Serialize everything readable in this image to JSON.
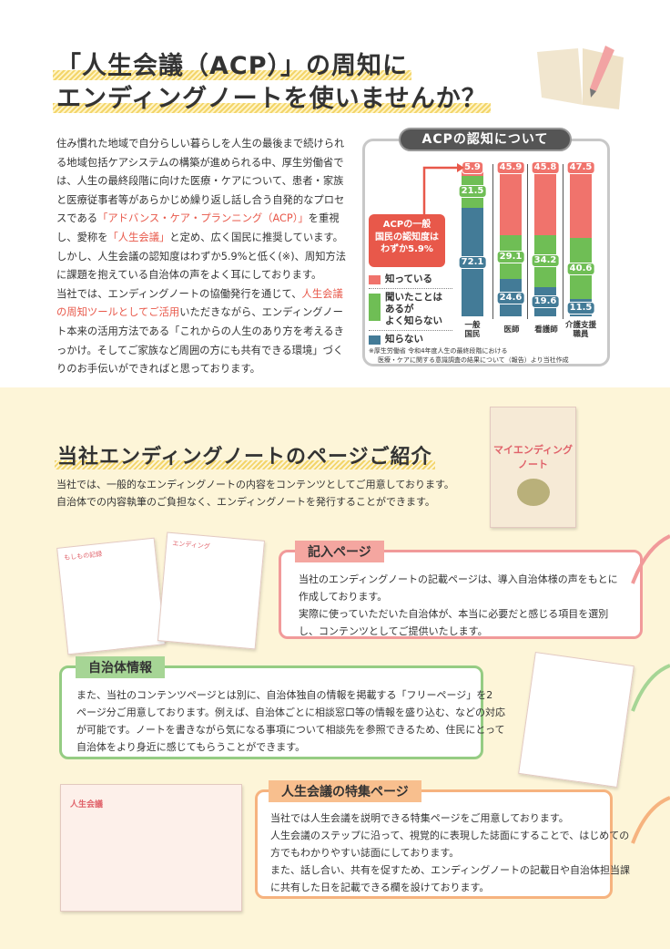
{
  "header": {
    "title_line1": "「人生会議（ACP）」の周知に",
    "title_line2": "エンディングノートを使いませんか？"
  },
  "intro": {
    "p1_a": "住み慣れた地域で自分らしい暮らしを人生の最後まで続けられる地域包括ケアシステムの構築が進められる中、厚生労働省では、人生の最終段階に向けた医療・ケアについて、患者・家族と医療従事者等があらかじめ繰り返し話し合う自発的なプロセスである",
    "p1_red1": "「アドバンス・ケア・プランニング（ACP）」",
    "p1_b": "を重視し、愛称を",
    "p1_red2": "「人生会議」",
    "p1_c": "と定め、広く国民に推奨しています。",
    "p2": "しかし、人生会議の認知度はわずか5.9%と低く(※)、周知方法に課題を抱えている自治体の声をよく耳にしております。",
    "p3_a": "当社では、エンディングノートの協働発行を通じて、",
    "p3_red": "人生会議の周知ツールとしてご活用",
    "p3_b": "いただきながら、エンディングノート本来の活用方法である「これからの人生のあり方を考えるきっかけ。そしてご家族など周囲の方にも共有できる環境」づくりのお手伝いができればと思っております。"
  },
  "chart_data": {
    "type": "bar",
    "stacked": true,
    "orientation": "vertical",
    "title": "ACPの認知について",
    "categories": [
      "一般国民",
      "医師",
      "看護師",
      "介護支援職員"
    ],
    "series": [
      {
        "name": "知らない",
        "color": "#437b97",
        "values": [
          72.1,
          24.6,
          19.6,
          11.5
        ]
      },
      {
        "name": "聞いたことはあるがよく知らない",
        "color": "#6fbe55",
        "values": [
          21.5,
          29.1,
          34.2,
          40.6
        ]
      },
      {
        "name": "知っている",
        "color": "#f0736c",
        "values": [
          5.9,
          45.9,
          45.8,
          47.5
        ]
      }
    ],
    "ylim": [
      0,
      100
    ],
    "callout": "ACPの一般国民の認知度はわずか5.9%",
    "note": "※厚生労働省 令和4年度人生の最終段階における医療・ケアに関する意識調査の結果について（報告）より当社作成"
  },
  "legend": {
    "known": "知っている",
    "heard_l1": "聞いたことは",
    "heard_l2": "あるが",
    "heard_l3": "よく知らない",
    "unknown": "知らない"
  },
  "callout": {
    "l1": "ACPの一般",
    "l2": "国民の認知度は",
    "l3": "わずか5.9%"
  },
  "cats_display": {
    "c1a": "一般",
    "c1b": "国民",
    "c2": "医師",
    "c3": "看護師",
    "c4a": "介護支援",
    "c4b": "職員"
  },
  "note": {
    "l1": "※厚生労働省 令和4年度人生の最終段階における",
    "l2": "医療・ケアに関する意識調査の結果について（報告）より当社作成"
  },
  "section2": {
    "title": "当社エンディングノートのページご紹介",
    "l1": "当社では、一般的なエンディングノートの内容をコンテンツとしてご用意しております。",
    "l2": "自治体での内容執筆のご負担なく、エンディングノートを発行することができます。"
  },
  "cover": {
    "title_l1": "マイエンディング",
    "title_l2": "ノート"
  },
  "box1": {
    "tag": "記入ページ",
    "l1": "当社のエンディングノートの記載ページは、導入自治体様の声をもとに",
    "l2": "作成しております。",
    "l3": "実際に使っていただいた自治体が、本当に必要だと感じる項目を選別",
    "l4": "し、コンテンツとしてご提供いたします。",
    "thumb1": "もしもの記録",
    "thumb2": "エンディング"
  },
  "box2": {
    "tag": "自治体情報",
    "l1": "また、当社のコンテンツページとは別に、自治体独自の情報を掲載する「フリーページ」を2",
    "l2": "ページ分ご用意しております。例えば、自治体ごとに相談窓口等の情報を盛り込む、などの対応",
    "l3": "が可能です。ノートを書きながら気になる事項について相談先を参照できるため、住民にとって",
    "l4": "自治体をより身近に感じてもらうことができます。"
  },
  "box3": {
    "tag": "人生会議の特集ページ",
    "l1": "当社では人生会議を説明できる特集ページをご用意しております。",
    "l2": "人生会議のステップに沿って、視覚的に表現した誌面にすることで、はじめての",
    "l3": "方でもわかりやすい誌面にしております。",
    "l4": "また、話し合い、共有を促すため、エンディングノートの記載日や自治体担当課",
    "l5": "に共有した日を記載できる欄を設けております。",
    "thumb": "人生会議"
  }
}
